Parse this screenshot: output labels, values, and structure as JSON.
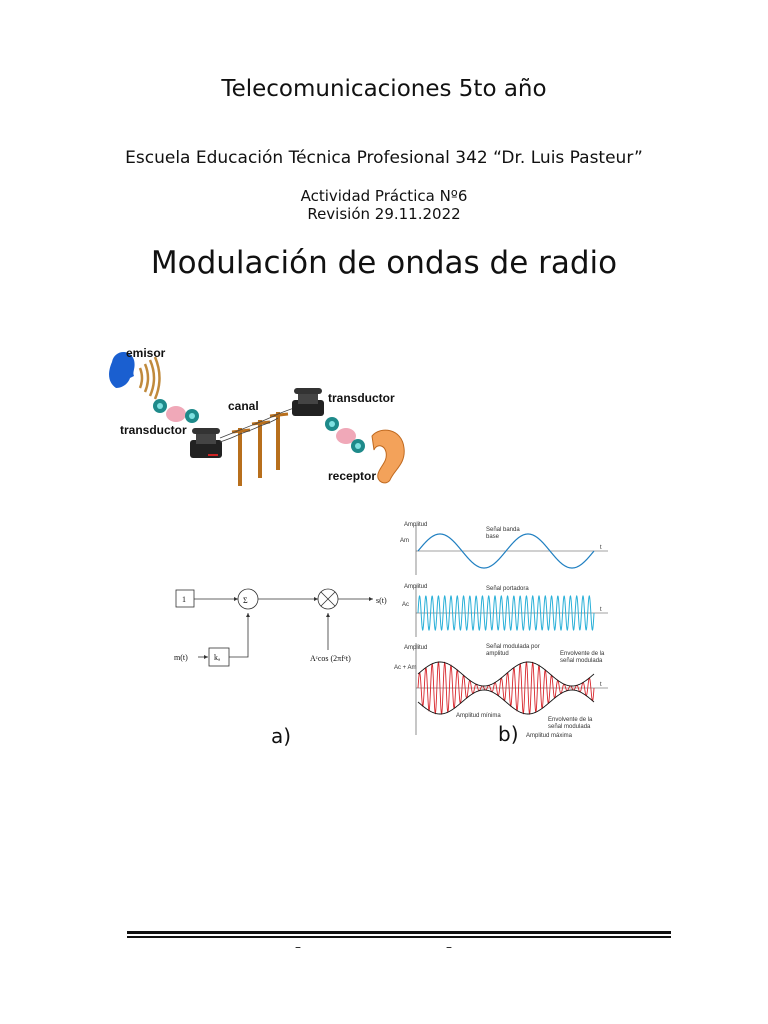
{
  "header": {
    "course": "Telecomunicaciones 5to año",
    "school": "Escuela Educación Técnica Profesional 342 “Dr. Luis Pasteur”",
    "activity": "Actividad Práctica Nº6",
    "revision": "Revisión 29.11.2022",
    "title": "Modulación de ondas de radio"
  },
  "comm_diagram": {
    "labels": {
      "emitter": "emisor",
      "transducer_left": "transductor",
      "channel": "canal",
      "transducer_right": "transductor",
      "receiver": "receptor"
    }
  },
  "block_diagram": {
    "constant": "1",
    "sum_symbol": "Σ",
    "multiply_symbol": "⊗",
    "input": "m(t)",
    "gain": "kₐ",
    "carrier": "Aᶜcos (2πfᶜt)",
    "output": "s(t)",
    "panel_label": "a)"
  },
  "waveform_panel": {
    "panel_label": "b)",
    "plot1": {
      "ylabel": "Amplitud",
      "amp_label": "Am",
      "caption_line1": "Señal banda",
      "caption_line2": "base",
      "t": "t"
    },
    "plot2": {
      "ylabel": "Amplitud",
      "amp_label": "Ac",
      "caption": "Señal portadora",
      "t": "t"
    },
    "plot3": {
      "ylabel": "Amplitud",
      "amp_label": "Ac + Am",
      "caption_line1": "Señal modulada por",
      "caption_line2": "amplitud",
      "env_top_line1": "Envolvente de la",
      "env_top_line2": "señal modulada",
      "min_label": "Amplitud mínima",
      "env_bottom_line1": "Envolvente de la",
      "env_bottom_line2": "señal modulada",
      "max_label": "Amplitud máxima",
      "t": "t"
    },
    "colors": {
      "baseband": "#1f7fc1",
      "carrier": "#2ab0d8",
      "modulated": "#d8262c"
    }
  },
  "footer": {
    "dash_left": "–",
    "dash_right": "–"
  }
}
